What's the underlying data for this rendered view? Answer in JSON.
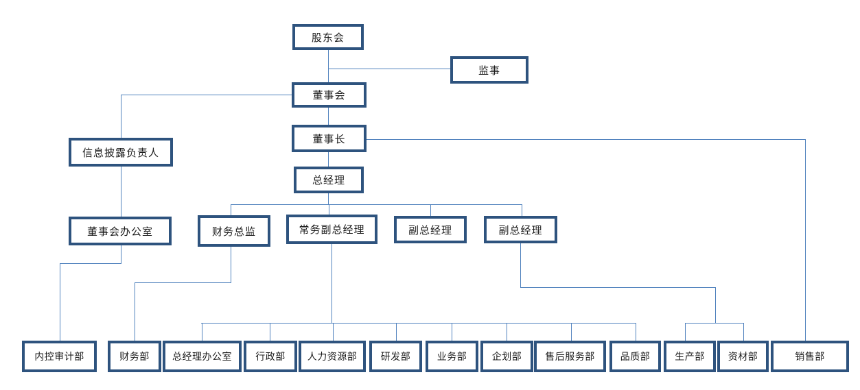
{
  "diagram": {
    "type": "org-chart",
    "background_color": "#ffffff",
    "box_border_color": "#2e537e",
    "connector_color": "#4f81bd",
    "text_color": "#1c1c1c"
  },
  "nodes": [
    {
      "id": "shareholders-meeting",
      "label": "股东会"
    },
    {
      "id": "supervisor",
      "label": "监事"
    },
    {
      "id": "board-of-directors",
      "label": "董事会"
    },
    {
      "id": "information-disclosure-officer",
      "label": "信息披露负责人"
    },
    {
      "id": "chairman",
      "label": "董事长"
    },
    {
      "id": "general-manager",
      "label": "总经理"
    },
    {
      "id": "board-office",
      "label": "董事会办公室"
    },
    {
      "id": "finance-director",
      "label": "财务总监"
    },
    {
      "id": "executive-deputy-gm",
      "label": "常务副总经理"
    },
    {
      "id": "deputy-gm-1",
      "label": "副总经理"
    },
    {
      "id": "deputy-gm-2",
      "label": "副总经理"
    },
    {
      "id": "internal-audit-dept",
      "label": "内控审计部"
    },
    {
      "id": "finance-dept",
      "label": "财务部"
    },
    {
      "id": "gm-office",
      "label": "总经理办公室"
    },
    {
      "id": "admin-dept",
      "label": "行政部"
    },
    {
      "id": "hr-dept",
      "label": "人力资源部"
    },
    {
      "id": "rd-dept",
      "label": "研发部"
    },
    {
      "id": "business-dept",
      "label": "业务部"
    },
    {
      "id": "planning-dept",
      "label": "企划部"
    },
    {
      "id": "after-sales-dept",
      "label": "售后服务部"
    },
    {
      "id": "quality-dept",
      "label": "品质部"
    },
    {
      "id": "production-dept",
      "label": "生产部"
    },
    {
      "id": "materials-dept",
      "label": "资材部"
    },
    {
      "id": "sales-dept",
      "label": "销售部"
    }
  ],
  "edges": [
    {
      "from": "shareholders-meeting",
      "to": "supervisor"
    },
    {
      "from": "shareholders-meeting",
      "to": "board-of-directors"
    },
    {
      "from": "board-of-directors",
      "to": "information-disclosure-officer"
    },
    {
      "from": "board-of-directors",
      "to": "chairman"
    },
    {
      "from": "chairman",
      "to": "general-manager"
    },
    {
      "from": "chairman",
      "to": "sales-dept"
    },
    {
      "from": "information-disclosure-officer",
      "to": "board-office"
    },
    {
      "from": "general-manager",
      "to": "finance-director"
    },
    {
      "from": "general-manager",
      "to": "executive-deputy-gm"
    },
    {
      "from": "general-manager",
      "to": "deputy-gm-1"
    },
    {
      "from": "general-manager",
      "to": "deputy-gm-2"
    },
    {
      "from": "board-office",
      "to": "internal-audit-dept"
    },
    {
      "from": "finance-director",
      "to": "finance-dept"
    },
    {
      "from": "executive-deputy-gm",
      "to": "gm-office"
    },
    {
      "from": "executive-deputy-gm",
      "to": "admin-dept"
    },
    {
      "from": "executive-deputy-gm",
      "to": "hr-dept"
    },
    {
      "from": "executive-deputy-gm",
      "to": "rd-dept"
    },
    {
      "from": "executive-deputy-gm",
      "to": "business-dept"
    },
    {
      "from": "executive-deputy-gm",
      "to": "planning-dept"
    },
    {
      "from": "executive-deputy-gm",
      "to": "after-sales-dept"
    },
    {
      "from": "executive-deputy-gm",
      "to": "quality-dept"
    },
    {
      "from": "deputy-gm-2",
      "to": "production-dept"
    },
    {
      "from": "deputy-gm-2",
      "to": "materials-dept"
    }
  ]
}
